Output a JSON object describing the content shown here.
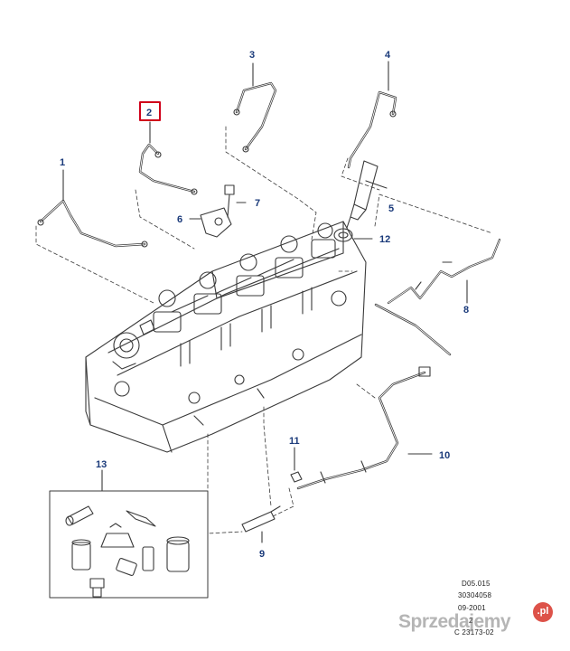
{
  "callouts": [
    {
      "id": "1",
      "label": "1"
    },
    {
      "id": "2",
      "label": "2"
    },
    {
      "id": "3",
      "label": "3"
    },
    {
      "id": "4",
      "label": "4"
    },
    {
      "id": "5",
      "label": "5"
    },
    {
      "id": "6",
      "label": "6"
    },
    {
      "id": "7",
      "label": "7"
    },
    {
      "id": "8",
      "label": "8"
    },
    {
      "id": "9",
      "label": "9"
    },
    {
      "id": "10",
      "label": "10"
    },
    {
      "id": "11",
      "label": "11"
    },
    {
      "id": "12",
      "label": "12"
    },
    {
      "id": "13",
      "label": "13"
    }
  ],
  "highlighted_callout": "2",
  "meta": {
    "line1": "D05.015",
    "line2": "30304058",
    "line3": "09-2001",
    "line4": "2",
    "line5": "C 23173-02"
  },
  "watermark": {
    "text": "Sprzedajemy",
    "badge": ".pl"
  },
  "colors": {
    "line_art": "#3a3a3a",
    "callout_text": "#1a3a7a",
    "highlight": "#d0001a",
    "watermark_badge": "#d8352a"
  }
}
